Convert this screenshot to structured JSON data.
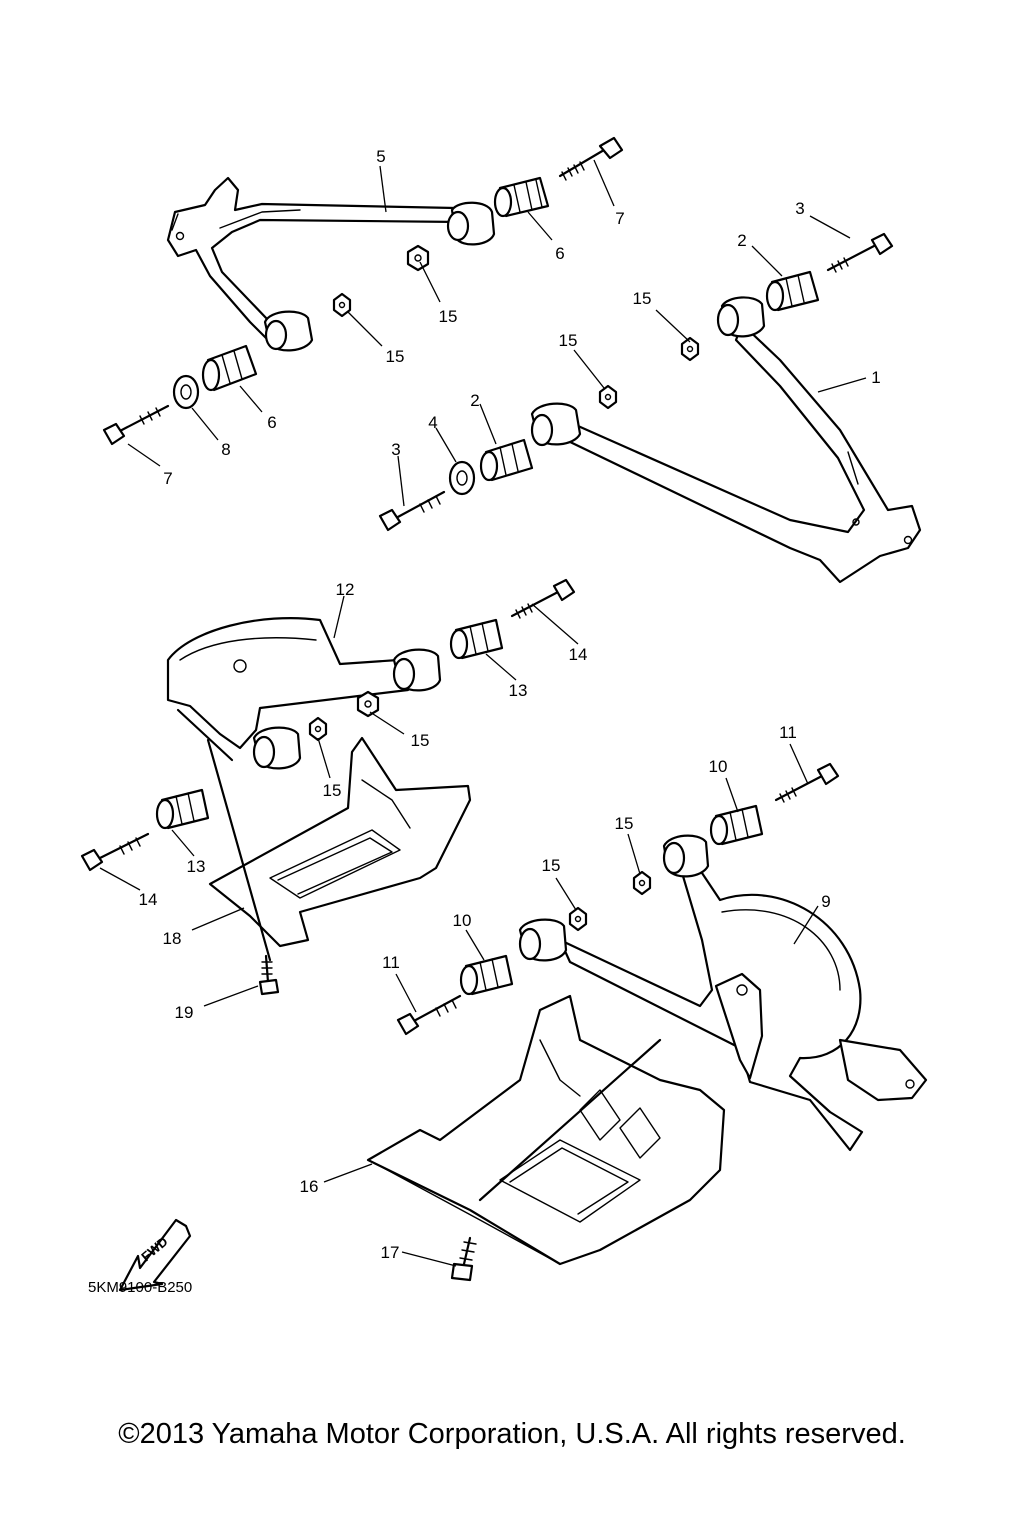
{
  "callouts": {
    "c1": "1",
    "c2a": "2",
    "c2b": "2",
    "c3a": "3",
    "c3b": "3",
    "c4": "4",
    "c5": "5",
    "c6a": "6",
    "c6b": "6",
    "c7a": "7",
    "c7b": "7",
    "c8": "8",
    "c9": "9",
    "c10a": "10",
    "c10b": "10",
    "c11a": "11",
    "c11b": "11",
    "c12": "12",
    "c13a": "13",
    "c13b": "13",
    "c14a": "14",
    "c14b": "14",
    "c15a": "15",
    "c15b": "15",
    "c15c": "15",
    "c15d": "15",
    "c15e": "15",
    "c15f": "15",
    "c15g": "15",
    "c15h": "15",
    "c16": "16",
    "c17": "17",
    "c18": "18",
    "c19": "19"
  },
  "fwd_label": "FWD",
  "diagram_code": "5KM9100-B250",
  "copyright": "©2013 Yamaha Motor Corporation, U.S.A. All rights reserved."
}
